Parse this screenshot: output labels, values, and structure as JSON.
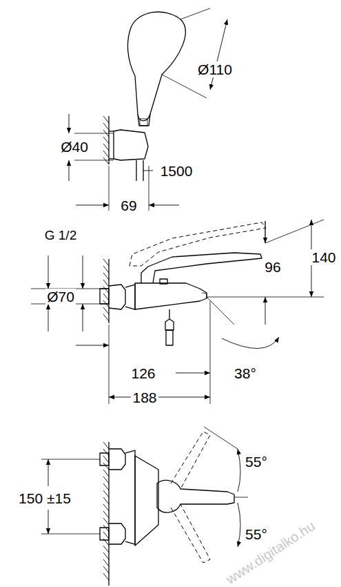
{
  "diagram": {
    "labels": [
      "Ø110",
      "Ø40",
      "1500",
      "69",
      "G 1/2",
      "96",
      "140",
      "Ø70",
      "126",
      "38°",
      "188",
      "150 ±15",
      "55°",
      "55°",
      "www.digitalko.hu"
    ]
  }
}
